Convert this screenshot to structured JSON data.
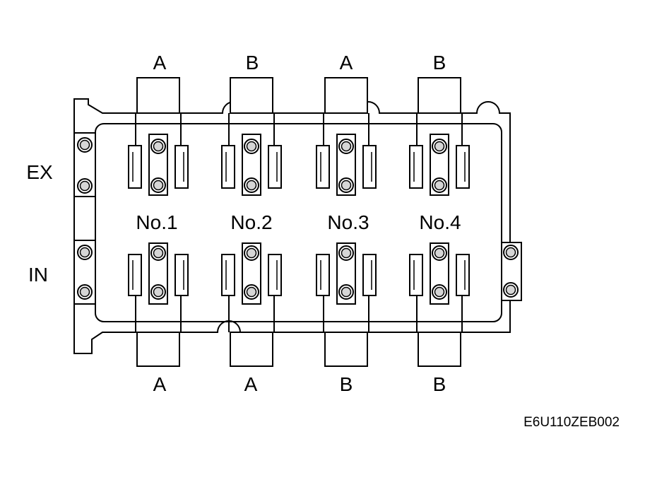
{
  "diagram": {
    "top_labels": [
      "A",
      "B",
      "A",
      "B"
    ],
    "bottom_labels": [
      "A",
      "A",
      "B",
      "B"
    ],
    "side_labels": {
      "exhaust": "EX",
      "intake": "IN"
    },
    "cylinders": [
      "No.1",
      "No.2",
      "No.3",
      "No.4"
    ],
    "figure_code": "E6U110ZEB002",
    "line_color": "#000000",
    "bolt_fill": "#d6d6d6"
  }
}
